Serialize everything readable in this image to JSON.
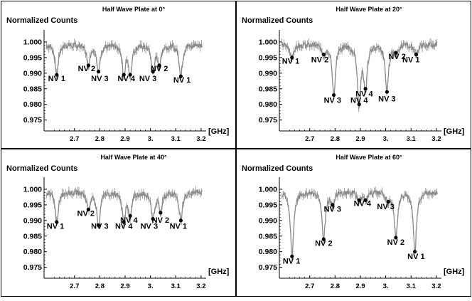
{
  "chart_data": [
    {
      "type": "line",
      "title": "Half Wave Plate at 0°",
      "ylabel": "Normalized Counts",
      "xlabel": "[GHz]",
      "xlim": [
        2.58,
        3.22
      ],
      "ylim": [
        0.9715,
        1.0025
      ],
      "x_ticks": [
        2.7,
        2.8,
        2.9,
        3.0,
        3.1,
        3.2
      ],
      "x_tick_labels": [
        "2.7",
        "2.8",
        "2.9",
        "3.",
        "3.1",
        "3.2"
      ],
      "y_ticks": [
        0.975,
        0.98,
        0.985,
        0.99,
        0.995,
        1.0
      ],
      "y_tick_labels": [
        "0.975",
        "0.980",
        "0.985",
        "0.990",
        "0.995",
        "1.000"
      ],
      "grid": false,
      "series": [
        {
          "dips": [
            {
              "x": 2.63,
              "y": 0.9895,
              "label": "NV 1"
            },
            {
              "x": 2.755,
              "y": 0.9925,
              "label": "NV 2"
            },
            {
              "x": 2.795,
              "y": 0.9905,
              "label": "NV 3"
            },
            {
              "x": 2.895,
              "y": 0.9895,
              "label": "NV 4"
            },
            {
              "x": 2.92,
              "y": 0.9895,
              "label": "NV 4"
            },
            {
              "x": 3.01,
              "y": 0.9905,
              "label": "NV 3"
            },
            {
              "x": 3.035,
              "y": 0.9925,
              "label": "NV 2"
            },
            {
              "x": 3.12,
              "y": 0.989,
              "label": "NV 1"
            }
          ]
        }
      ],
      "annotations": [
        {
          "text": "NV 1",
          "x": 2.63,
          "y": 0.9875
        },
        {
          "text": "NV 2",
          "x": 2.748,
          "y": 0.9907
        },
        {
          "text": "NV 3",
          "x": 2.8,
          "y": 0.9874
        },
        {
          "text": "NV 4",
          "x": 2.905,
          "y": 0.9874
        },
        {
          "text": "NV 3",
          "x": 2.99,
          "y": 0.9874
        },
        {
          "text": "NV 2",
          "x": 3.035,
          "y": 0.9907
        },
        {
          "text": "NV 1",
          "x": 3.125,
          "y": 0.987
        }
      ]
    },
    {
      "type": "line",
      "title": "Half Wave Plate at 20°",
      "ylabel": "Normalized Counts",
      "xlabel": "[GHz]",
      "xlim": [
        2.58,
        3.22
      ],
      "ylim": [
        0.9715,
        1.0025
      ],
      "x_ticks": [
        2.7,
        2.8,
        2.9,
        3.0,
        3.1,
        3.2
      ],
      "x_tick_labels": [
        "2.7",
        "2.8",
        "2.9",
        "3.",
        "3.1",
        "3.2"
      ],
      "y_ticks": [
        0.975,
        0.98,
        0.985,
        0.99,
        0.995,
        1.0
      ],
      "y_tick_labels": [
        "0.975",
        "0.980",
        "0.985",
        "0.990",
        "0.995",
        "1.000"
      ],
      "grid": false,
      "series": [
        {
          "dips": [
            {
              "x": 2.63,
              "y": 0.995,
              "label": "NV 1"
            },
            {
              "x": 2.755,
              "y": 0.996,
              "label": "NV 2"
            },
            {
              "x": 2.795,
              "y": 0.983,
              "label": "NV 3"
            },
            {
              "x": 2.895,
              "y": 0.98,
              "label": "NV 4"
            },
            {
              "x": 2.92,
              "y": 0.985,
              "label": "NV 4"
            },
            {
              "x": 3.005,
              "y": 0.984,
              "label": "NV 3"
            },
            {
              "x": 3.04,
              "y": 0.9965,
              "label": "NV 2"
            },
            {
              "x": 3.12,
              "y": 0.996,
              "label": "NV 1"
            }
          ]
        }
      ],
      "annotations": [
        {
          "text": "NV 1",
          "x": 2.625,
          "y": 0.993
        },
        {
          "text": "NV 2",
          "x": 2.74,
          "y": 0.9935
        },
        {
          "text": "NV 3",
          "x": 2.79,
          "y": 0.9805
        },
        {
          "text": "NV 4",
          "x": 2.915,
          "y": 0.9825
        },
        {
          "text": "NV 4",
          "x": 2.895,
          "y": 0.9805
        },
        {
          "text": "NV 3",
          "x": 3.005,
          "y": 0.981
        },
        {
          "text": "NV 2",
          "x": 3.045,
          "y": 0.9945
        },
        {
          "text": "NV 1",
          "x": 3.1,
          "y": 0.9935
        }
      ]
    },
    {
      "type": "line",
      "title": "Half Wave Plate at 40°",
      "ylabel": "Normalized Counts",
      "xlabel": "[GHz]",
      "xlim": [
        2.58,
        3.22
      ],
      "ylim": [
        0.9715,
        1.0025
      ],
      "x_ticks": [
        2.7,
        2.8,
        2.9,
        3.0,
        3.1,
        3.2
      ],
      "x_tick_labels": [
        "2.7",
        "2.8",
        "2.9",
        "3.",
        "3.1",
        "3.2"
      ],
      "y_ticks": [
        0.975,
        0.98,
        0.985,
        0.99,
        0.995,
        1.0
      ],
      "y_tick_labels": [
        "0.975",
        "0.980",
        "0.985",
        "0.990",
        "0.995",
        "1.000"
      ],
      "grid": false,
      "series": [
        {
          "dips": [
            {
              "x": 2.63,
              "y": 0.9895,
              "label": "NV 1"
            },
            {
              "x": 2.755,
              "y": 0.9935,
              "label": "NV 2"
            },
            {
              "x": 2.795,
              "y": 0.9885,
              "label": "NV 3"
            },
            {
              "x": 2.895,
              "y": 0.9895,
              "label": "NV 4"
            },
            {
              "x": 2.92,
              "y": 0.9915,
              "label": "NV 4"
            },
            {
              "x": 3.01,
              "y": 0.9905,
              "label": "NV 3"
            },
            {
              "x": 3.04,
              "y": 0.9925,
              "label": "NV 2"
            },
            {
              "x": 3.12,
              "y": 0.99,
              "label": "NV 1"
            }
          ]
        }
      ],
      "annotations": [
        {
          "text": "NV 1",
          "x": 2.625,
          "y": 0.9873
        },
        {
          "text": "NV 2",
          "x": 2.745,
          "y": 0.9915
        },
        {
          "text": "NV 3",
          "x": 2.8,
          "y": 0.9873
        },
        {
          "text": "NV 4",
          "x": 2.915,
          "y": 0.9893
        },
        {
          "text": "NV 4",
          "x": 2.895,
          "y": 0.9873
        },
        {
          "text": "NV 3",
          "x": 2.995,
          "y": 0.9873
        },
        {
          "text": "NV 2",
          "x": 3.04,
          "y": 0.9893
        },
        {
          "text": "NV 1",
          "x": 3.11,
          "y": 0.9873
        }
      ]
    },
    {
      "type": "line",
      "title": "Half Wave Plate at 60°",
      "ylabel": "Normalized Counts",
      "xlabel": "[GHz]",
      "xlim": [
        2.58,
        3.22
      ],
      "ylim": [
        0.9715,
        1.0025
      ],
      "x_ticks": [
        2.7,
        2.8,
        2.9,
        3.0,
        3.1,
        3.2
      ],
      "x_tick_labels": [
        "2.7",
        "2.8",
        "2.9",
        "3.",
        "3.1",
        "3.2"
      ],
      "y_ticks": [
        0.975,
        0.98,
        0.985,
        0.99,
        0.995,
        1.0
      ],
      "y_tick_labels": [
        "0.975",
        "0.980",
        "0.985",
        "0.990",
        "0.995",
        "1.000"
      ],
      "grid": false,
      "series": [
        {
          "dips": [
            {
              "x": 2.63,
              "y": 0.9785,
              "label": "NV 1"
            },
            {
              "x": 2.755,
              "y": 0.984,
              "label": "NV 2"
            },
            {
              "x": 2.79,
              "y": 0.995,
              "label": "NV 3"
            },
            {
              "x": 2.895,
              "y": 0.9965,
              "label": "NV 4"
            },
            {
              "x": 2.92,
              "y": 0.9965,
              "label": "NV 4"
            },
            {
              "x": 3.01,
              "y": 0.996,
              "label": "NV 3"
            },
            {
              "x": 3.04,
              "y": 0.9845,
              "label": "NV 2"
            },
            {
              "x": 3.115,
              "y": 0.98,
              "label": "NV 1"
            }
          ]
        }
      ],
      "annotations": [
        {
          "text": "NV 1",
          "x": 2.628,
          "y": 0.9762
        },
        {
          "text": "NV 2",
          "x": 2.755,
          "y": 0.9819
        },
        {
          "text": "NV 3",
          "x": 2.79,
          "y": 0.9928
        },
        {
          "text": "NV 4",
          "x": 2.908,
          "y": 0.9946
        },
        {
          "text": "NV 3",
          "x": 3.0,
          "y": 0.9936
        },
        {
          "text": "NV 2",
          "x": 3.04,
          "y": 0.9822
        },
        {
          "text": "NV 1",
          "x": 3.12,
          "y": 0.9776
        }
      ]
    }
  ]
}
